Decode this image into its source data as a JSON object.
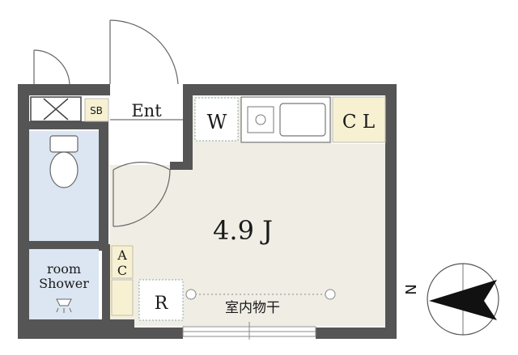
{
  "labels": {
    "sb": "SB",
    "entrance": "Ent",
    "washer": "W",
    "closet": "C L",
    "room_size": "4.9 J",
    "aircon_a": "A",
    "aircon_c": "C",
    "refrigerator": "R",
    "shower_room_line1": "room",
    "shower_room_line2": "Shower",
    "indoor_drying": "室内物干",
    "north": "N"
  },
  "colors": {
    "wall": "#555555",
    "main_room": "#efede4",
    "wet_area": "#dce6f2",
    "storage": "#f7f1d2",
    "stroke": "#7a7a7a"
  }
}
